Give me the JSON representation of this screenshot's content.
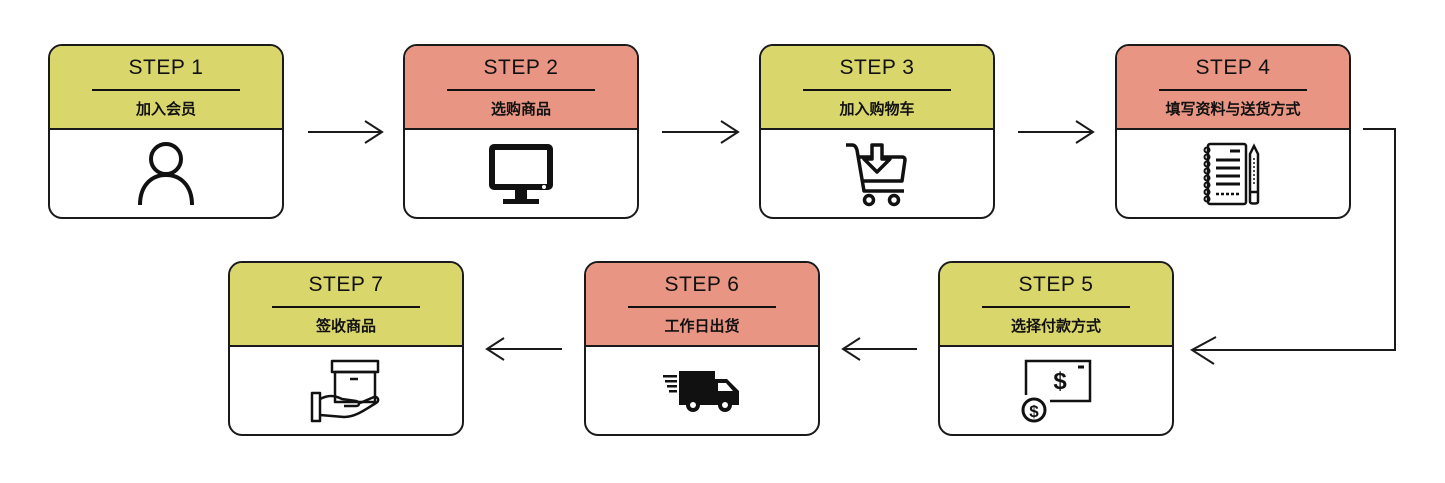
{
  "diagram": {
    "type": "process-flow",
    "colors": {
      "yellow": "#d9d66c",
      "red": "#e89583",
      "line": "#1a1a1a"
    },
    "steps": [
      {
        "step": "STEP 1",
        "label": "加入会员",
        "icon": "user-icon",
        "color": "yellow"
      },
      {
        "step": "STEP 2",
        "label": "选购商品",
        "icon": "monitor-icon",
        "color": "red"
      },
      {
        "step": "STEP 3",
        "label": "加入购物车",
        "icon": "add-to-cart-icon",
        "color": "yellow"
      },
      {
        "step": "STEP 4",
        "label": "填写资料与送货方式",
        "icon": "notebook-pencil-icon",
        "color": "red"
      },
      {
        "step": "STEP 5",
        "label": "选择付款方式",
        "icon": "payment-icon",
        "color": "yellow"
      },
      {
        "step": "STEP 6",
        "label": "工作日出货",
        "icon": "delivery-truck-icon",
        "color": "red"
      },
      {
        "step": "STEP 7",
        "label": "签收商品",
        "icon": "package-in-hand-icon",
        "color": "yellow"
      }
    ],
    "flow": [
      [
        "STEP 1",
        "STEP 2"
      ],
      [
        "STEP 2",
        "STEP 3"
      ],
      [
        "STEP 3",
        "STEP 4"
      ],
      [
        "STEP 4",
        "STEP 5"
      ],
      [
        "STEP 5",
        "STEP 6"
      ],
      [
        "STEP 6",
        "STEP 7"
      ]
    ]
  }
}
